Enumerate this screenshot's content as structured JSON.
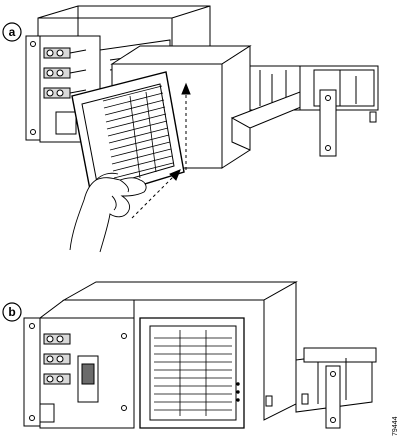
{
  "figure": {
    "panels": [
      {
        "label": "a"
      },
      {
        "label": "b"
      }
    ],
    "figure_id": "79444",
    "colors": {
      "line": "#000000",
      "background": "#ffffff",
      "shade": "#d9d9d9",
      "dark": "#6b6b6b"
    }
  }
}
